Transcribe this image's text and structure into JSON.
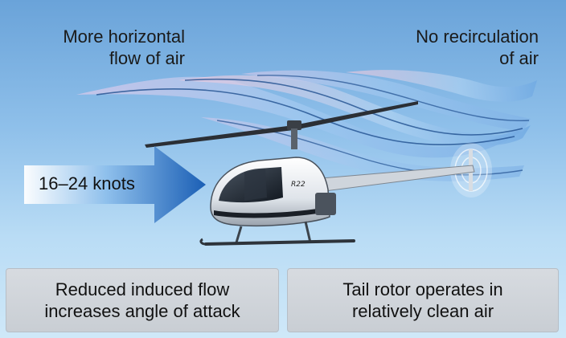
{
  "labels": {
    "top_left": [
      "More horizontal",
      "flow of air"
    ],
    "top_right": [
      "No recirculation",
      "of air"
    ],
    "speed": "16–24 knots"
  },
  "captions": {
    "left": [
      "Reduced induced flow",
      "increases angle of attack"
    ],
    "right": [
      "Tail rotor operates in",
      "relatively clean air"
    ]
  },
  "helicopter_marking": "R22"
}
